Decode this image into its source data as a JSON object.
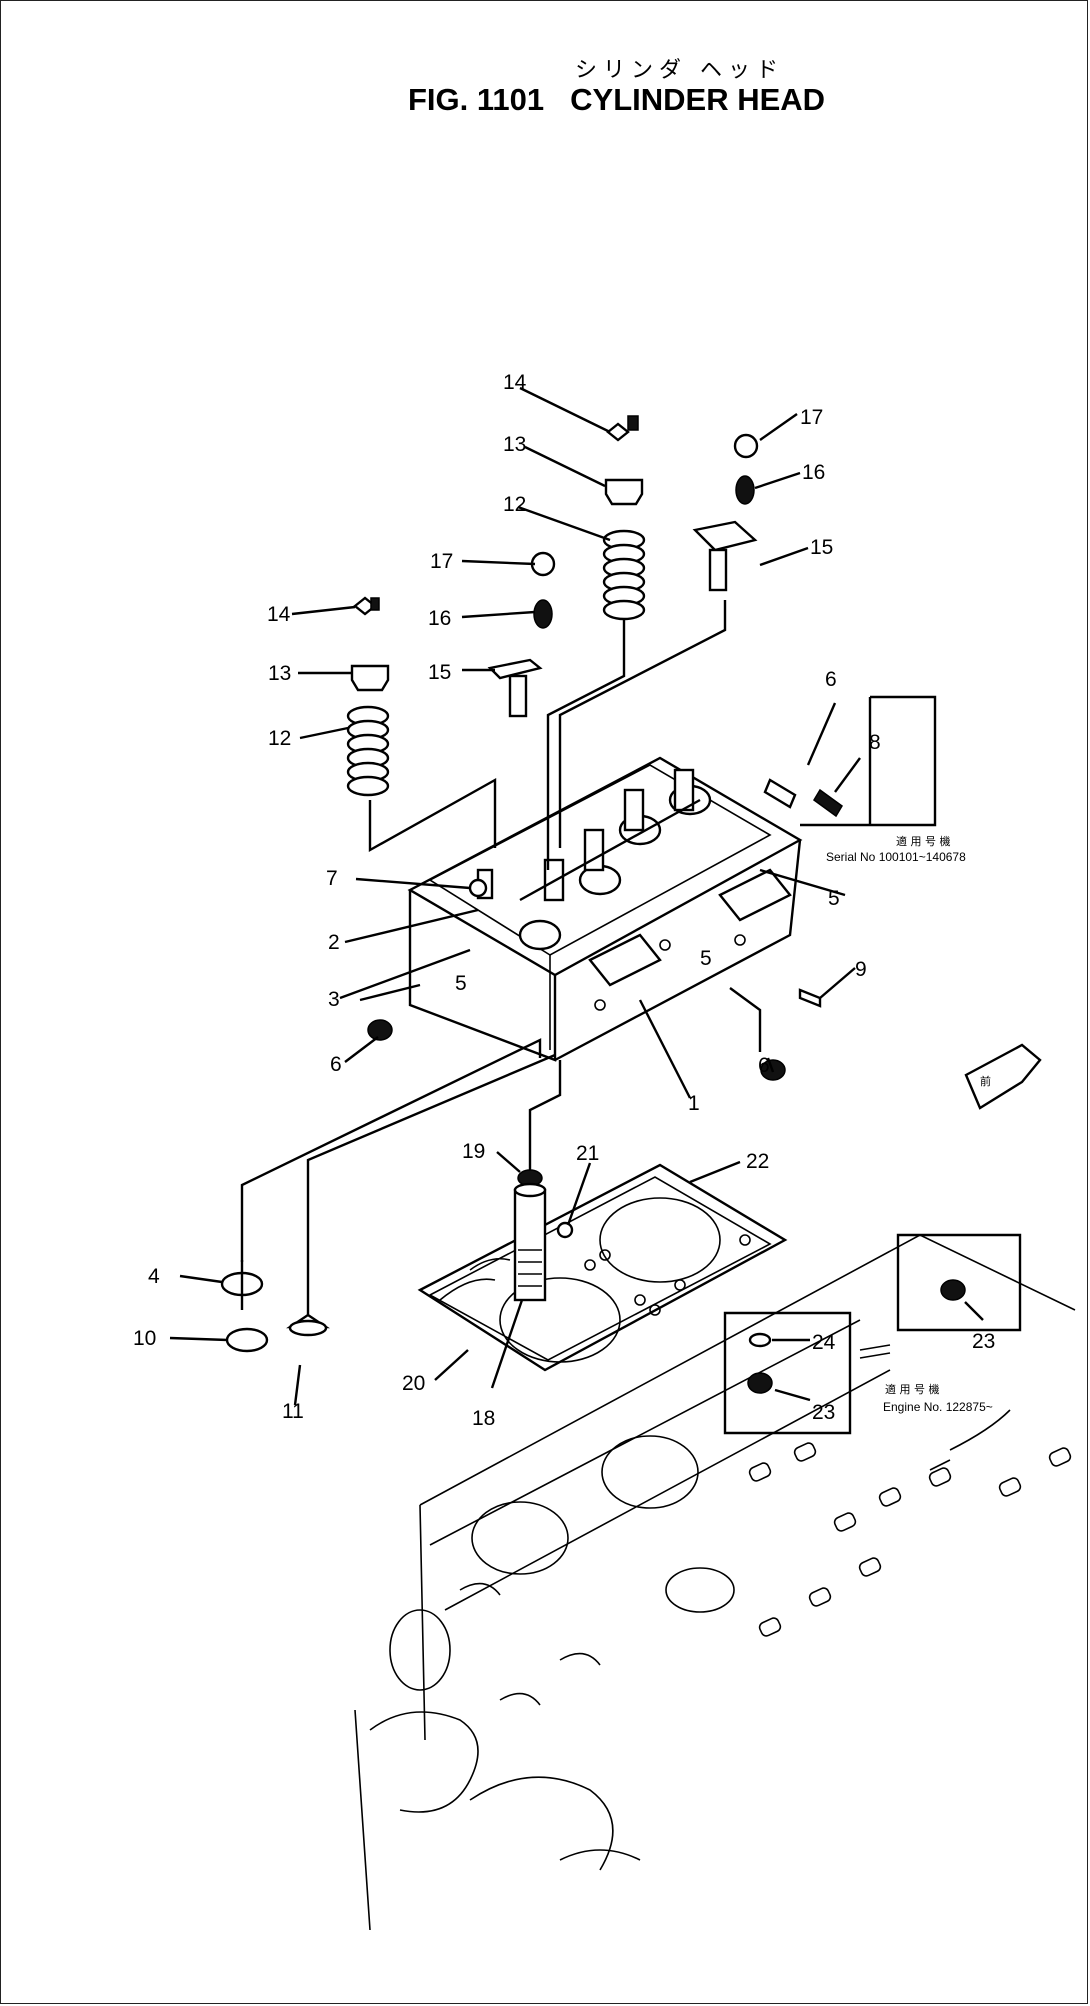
{
  "figure": {
    "title_jp": "シリンダ ヘッド",
    "fig_no": "FIG. 1101",
    "title": "CYLINDER HEAD"
  },
  "callouts": [
    "1",
    "2",
    "3",
    "4",
    "5",
    "6",
    "7",
    "8",
    "9",
    "10",
    "11",
    "12",
    "13",
    "14",
    "15",
    "16",
    "17",
    "18",
    "19",
    "20",
    "21",
    "22",
    "23",
    "24"
  ],
  "notes": {
    "serial_jp": "適 用 号 機",
    "serial": "Serial No 100101~140678",
    "engine_jp": "適 用 号 機",
    "engine": "Engine No. 122875~"
  },
  "arrow_tag": "前"
}
